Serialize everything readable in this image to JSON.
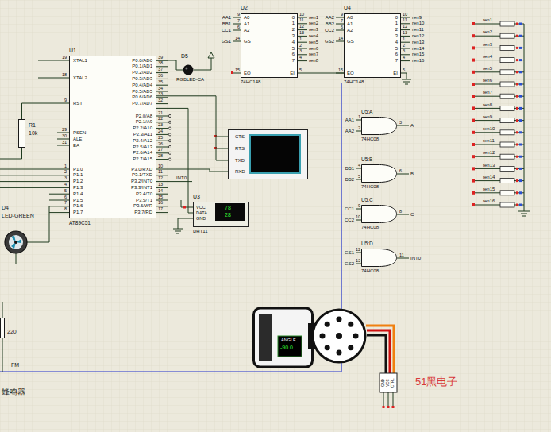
{
  "diagram": {
    "nodes": [
      {
        "text": [
          "U1",
          "AT89C51"
        ]
      },
      {
        "text": [
          "D5",
          "RGBLED-CA"
        ]
      },
      {
        "text": [
          "U2",
          "74HC148"
        ]
      },
      {
        "text": [
          "U4",
          "74HC148"
        ]
      },
      {
        "text": [
          "U5:A",
          "74HC08"
        ]
      },
      {
        "text": [
          "U5:B",
          "74HC08"
        ]
      },
      {
        "text": [
          "U5:C",
          "74HC08"
        ]
      },
      {
        "text": [
          "U5:D",
          "74HC08"
        ]
      },
      {
        "text": [
          "CTS",
          "RTS",
          "TXD",
          "RXD"
        ]
      },
      {
        "text": [
          "U3",
          "VCC",
          "DATA",
          "GND",
          "78",
          "28",
          "DHT11"
        ]
      },
      {
        "text": [
          "R1",
          "10k"
        ]
      },
      {
        "text": [
          "ANGLE",
          "-90.0"
        ]
      },
      {
        "text": [
          "220"
        ]
      }
    ],
    "edges": [
      {
        "from": 0,
        "to": 1,
        "arrow": "none"
      },
      {
        "from": 0,
        "to": 8,
        "arrow": "none"
      },
      {
        "from": 0,
        "to": 9,
        "arrow": "none"
      },
      {
        "from": 2,
        "to": 3,
        "arrow": "none"
      }
    ],
    "labels": [
      "XTAL1",
      "XTAL2",
      "RST",
      "PSEN",
      "ALE",
      "EA",
      "P1.0",
      "P1.1",
      "P1.2",
      "P1.3",
      "P1.4",
      "P1.5",
      "P1.6",
      "P1.7",
      "19",
      "18",
      "9",
      "29",
      "30",
      "31",
      "1",
      "2",
      "3",
      "4",
      "5",
      "6",
      "7",
      "8",
      "P0.0/AD0",
      "P0.1/AD1",
      "P0.2/AD2",
      "P0.3/AD3",
      "P0.4/AD4",
      "P0.5/AD5",
      "P0.6/AD6",
      "P0.7/AD7",
      "P2.0/A8",
      "P2.1/A9",
      "P2.2/A10",
      "P2.3/A11",
      "P2.4/A12",
      "P2.5/A13",
      "P2.6/A14",
      "P2.7/A15",
      "P3.0/RXD",
      "P3.1/TXD",
      "P3.2/INT0",
      "P3.3/INT1",
      "P3.4/T0",
      "P3.5/T1",
      "P3.6/WR",
      "P3.7/RD",
      "39",
      "38",
      "37",
      "36",
      "35",
      "34",
      "33",
      "32",
      "21",
      "22",
      "23",
      "24",
      "25",
      "26",
      "27",
      "28",
      "10",
      "11",
      "12",
      "13",
      "14",
      "15",
      "16",
      "17",
      "INT0",
      "A0",
      "A1",
      "A2",
      "GS",
      "EO",
      "0",
      "1",
      "2",
      "3",
      "4",
      "5",
      "6",
      "7",
      "EI",
      "9",
      "7",
      "6",
      "14",
      "15",
      "10",
      "11",
      "12",
      "13",
      "1",
      "2",
      "3",
      "4",
      "5",
      "AA1",
      "BB1",
      "CC1",
      "GS1",
      "ren1",
      "ren2",
      "ren3",
      "ren4",
      "ren5",
      "ren6",
      "ren7",
      "ren8",
      "A0",
      "A1",
      "A2",
      "GS",
      "EO",
      "0",
      "1",
      "2",
      "3",
      "4",
      "5",
      "6",
      "7",
      "EI",
      "9",
      "7",
      "6",
      "14",
      "15",
      "10",
      "11",
      "12",
      "13",
      "1",
      "2",
      "3",
      "4",
      "5",
      "AA2",
      "BB2",
      "CC2",
      "GS2",
      "ren9",
      "ren10",
      "ren11",
      "ren12",
      "ren13",
      "ren14",
      "ren15",
      "ren16",
      "AA1",
      "AA2",
      "BB1",
      "BB2",
      "CC1",
      "CC2",
      "GS1",
      "GS2",
      "1",
      "2",
      "4",
      "5",
      "9",
      "10",
      "12",
      "13",
      "3",
      "6",
      "8",
      "11",
      "A",
      "B",
      "C",
      "INT0",
      "D4",
      "LED-GREEN",
      "FM",
      "蜂鸣器",
      "51黑电子",
      "GND",
      "VCC",
      "CTRL",
      "ren1",
      "ren2",
      "ren3",
      "ren4",
      "ren5",
      "ren6",
      "ren7",
      "ren8",
      "ren9",
      "ren10",
      "ren11",
      "ren12",
      "ren13",
      "ren14",
      "ren15",
      "ren16"
    ]
  }
}
